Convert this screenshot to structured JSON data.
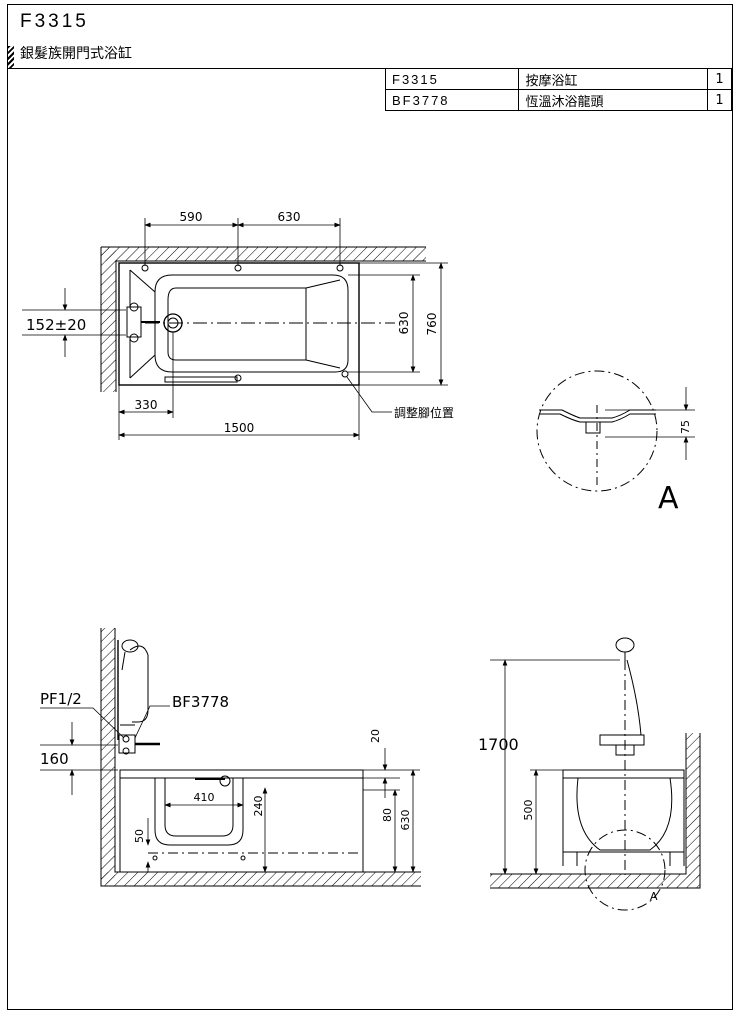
{
  "title_block": {
    "model": "F3315",
    "description": "銀髮族開門式浴缸"
  },
  "parts_table": [
    {
      "code": "F3315",
      "name": "按摩浴缸",
      "qty": "1"
    },
    {
      "code": "BF3778",
      "name": "恆溫沐浴龍頭",
      "qty": "1"
    }
  ],
  "plan_view": {
    "dim_left": "590",
    "dim_right": "630",
    "dim_inner_height": "630",
    "dim_outer_height": "760",
    "dim_drain_offset": "330",
    "dim_length": "1500",
    "faucet_height": "152±20",
    "callout": "調整腳位置"
  },
  "detail_a": {
    "dim": "75",
    "label": "A"
  },
  "front_view": {
    "pipe_label": "PF1/2",
    "faucet_label": "BF3778",
    "dim_faucet": "160",
    "dim_rim": "20",
    "dim_width": "410",
    "dim_depth": "240",
    "dim_step": "50",
    "dim_80": "80",
    "dim_630": "630"
  },
  "side_view": {
    "dim_shower": "1700",
    "dim_tub": "500",
    "label": "A"
  }
}
